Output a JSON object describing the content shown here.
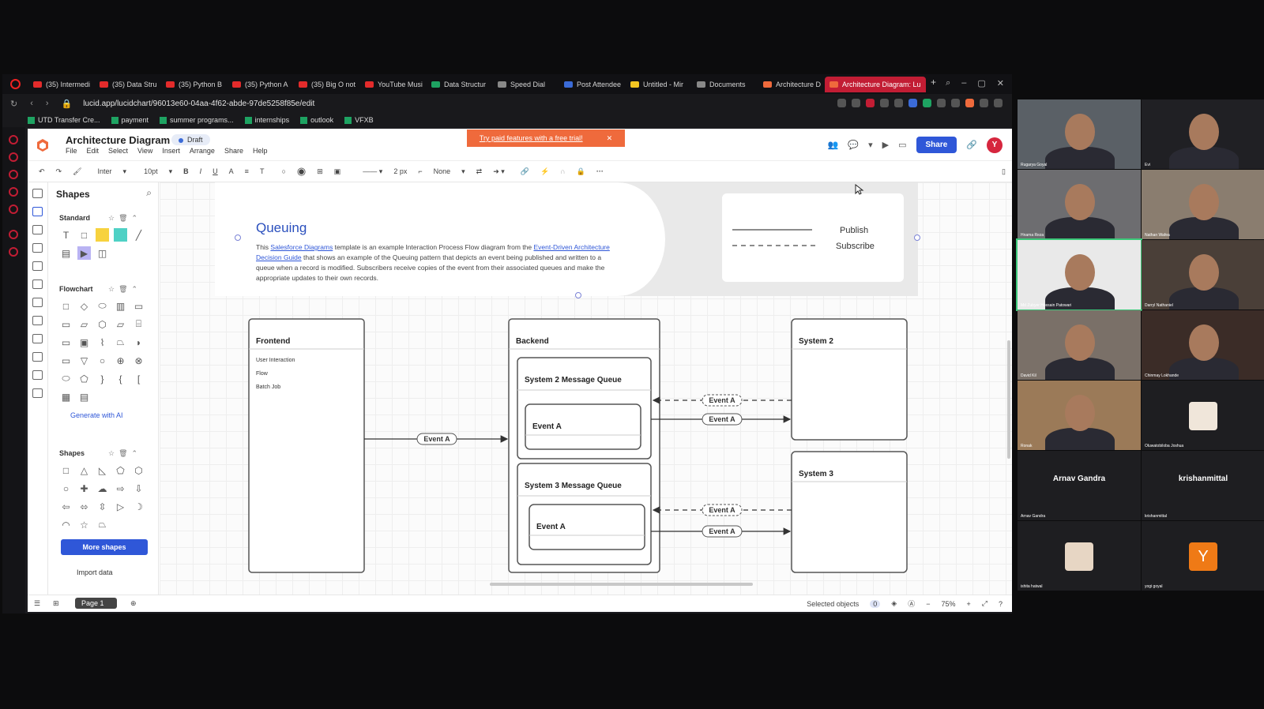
{
  "browser": {
    "tabs": [
      {
        "label": "(35) Intermedi",
        "color": "#e32b2b"
      },
      {
        "label": "(35) Data Stru",
        "color": "#e32b2b"
      },
      {
        "label": "(35) Python B",
        "color": "#e32b2b"
      },
      {
        "label": "(35) Python A",
        "color": "#e32b2b"
      },
      {
        "label": "(35) Big O not",
        "color": "#e32b2b"
      },
      {
        "label": "YouTube Musi",
        "color": "#e32b2b"
      },
      {
        "label": "Data Structur",
        "color": "#1ea362"
      },
      {
        "label": "Speed Dial",
        "color": "#888888"
      },
      {
        "label": "Post Attendee",
        "color": "#3b6bd7"
      },
      {
        "label": "Untitled - Mir",
        "color": "#f2c521"
      },
      {
        "label": "Documents",
        "color": "#888888"
      },
      {
        "label": "Architecture D",
        "color": "#ef6a3c"
      },
      {
        "label": "Architecture Diagram: Lu",
        "color": "#ef6a3c"
      }
    ],
    "url": "lucid.app/lucidchart/96013e60-04aa-4f62-abde-97de5258f85e/edit",
    "bookmarks": [
      "UTD Transfer Cre...",
      "payment",
      "summer programs...",
      "internships",
      "outlook",
      "VFXB"
    ]
  },
  "app": {
    "title": "Architecture Diagram",
    "status": "Draft",
    "menu": [
      "File",
      "Edit",
      "Select",
      "View",
      "Insert",
      "Arrange",
      "Share",
      "Help"
    ],
    "trial_banner": "Try paid features with a free trial!",
    "share_label": "Share",
    "user_initial": "Y",
    "toolbar": {
      "font": "Inter",
      "font_size": "10pt",
      "line_width": "2 px",
      "arrow_start": "None"
    }
  },
  "shapes_panel": {
    "title": "Shapes",
    "sections": [
      "Standard",
      "Flowchart",
      "Shapes"
    ],
    "generate_label": "Generate with AI",
    "more_label": "More shapes",
    "import_label": "Import data"
  },
  "diagram": {
    "heading": "Queuing",
    "desc_1": "This ",
    "desc_link1": "Salesforce Diagrams",
    "desc_2": " template is an example Interaction Process Flow diagram from the ",
    "desc_link2": "Event-Driven Architecture Decision Guide",
    "desc_3": " that shows an example of the Queuing pattern that depicts an event being published and written to a queue when a record is modified.  Subscribers receive copies of the event from their associated queues and make the appropriate updates to their own records.",
    "legend_publish": "Publish",
    "legend_subscribe": "Subscribe",
    "frontend_title": "Frontend",
    "frontend_items": [
      "User Interaction",
      "Flow",
      "Batch Job"
    ],
    "backend_title": "Backend",
    "queue1_title": "System 2 Message Queue",
    "queue2_title": "System 3 Message Queue",
    "event_label": "Event A",
    "system2_title": "System 2",
    "system3_title": "System 3"
  },
  "statusbar": {
    "page": "Page 1",
    "selected": "Selected objects",
    "selected_count": "0",
    "zoom": "75%"
  },
  "participants": [
    {
      "name": "Rugarya Goyal"
    },
    {
      "name": "Evi"
    },
    {
      "name": "Hnama Reza"
    },
    {
      "name": "Nathan Wafea"
    },
    {
      "name": "Md Zubyer Hossain Patowari"
    },
    {
      "name": "Darryl Nathaniel"
    },
    {
      "name": "David Kil"
    },
    {
      "name": "Chinmay Lokhande"
    },
    {
      "name": "Ronak"
    },
    {
      "name": "Oluwatobiloba Joshua"
    },
    {
      "name": "Arnav Gandra"
    },
    {
      "name": "krishanmittal"
    },
    {
      "name": "ishita hatwal"
    },
    {
      "name": "yogi goyal"
    }
  ],
  "video_big_names": [
    "Arnav Gandra",
    "krishanmittal"
  ],
  "video_initial": "Y"
}
